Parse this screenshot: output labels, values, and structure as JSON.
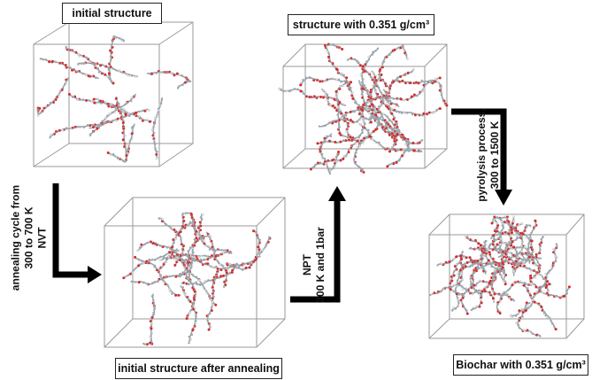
{
  "labels": {
    "initial": "initial structure",
    "density_structure": "structure with 0.351 g/cm³",
    "after_annealing": "initial structure after annealing",
    "biochar": "Biochar with 0.351 g/cm³"
  },
  "arrows": {
    "annealing": [
      "annealing cycle from",
      "300 to 700 K",
      "NVT"
    ],
    "npt": [
      "NPT",
      "300 K and 1bar"
    ],
    "pyrolysis": [
      "pyrolysis process,",
      "300 to 1500 K"
    ]
  },
  "colors": {
    "oxygen": "#d42a2a",
    "carbon": "#9aa6ae",
    "hydrogen": "#e8e8e8",
    "box_edge": "#9a9a9a",
    "arrow": "#000000"
  }
}
